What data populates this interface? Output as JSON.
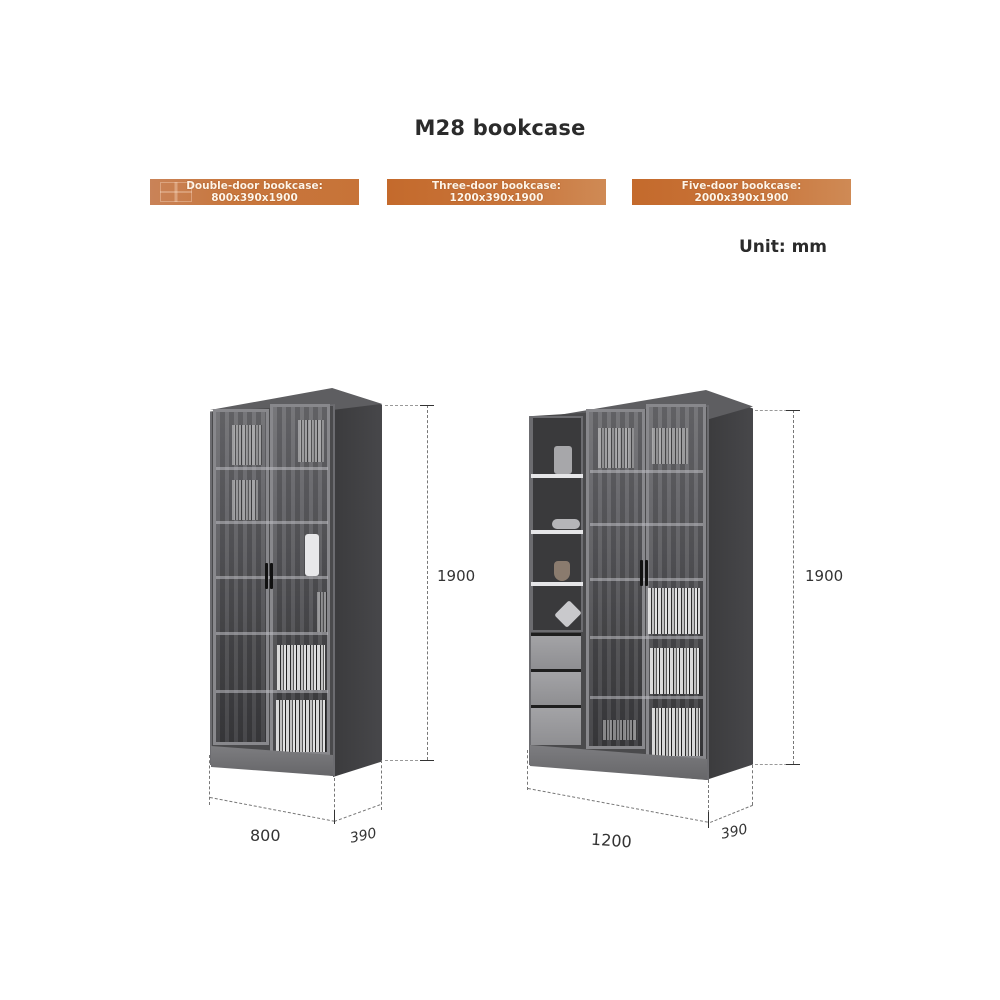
{
  "header": {
    "title": "M28 bookcase",
    "unit_label": "Unit: mm"
  },
  "variants": [
    {
      "name": "Double-door bookcase:",
      "size": "800x390x1900",
      "color": "#c8763c"
    },
    {
      "name": "Three-door bookcase:",
      "size": "1200x390x1900",
      "color": "#c8743a"
    },
    {
      "name": "Five-door bookcase:",
      "size": "2000x390x1900",
      "color": "#c8743a"
    }
  ],
  "drawings": [
    {
      "label": "double-door",
      "dimensions": {
        "width": "800",
        "depth": "390",
        "height": "1900"
      }
    },
    {
      "label": "three-door",
      "dimensions": {
        "width": "1200",
        "depth": "390",
        "height": "1900"
      }
    }
  ],
  "colors": {
    "banner": "#c8743a",
    "banner_text": "#fff5e8",
    "cabinet_body": "#4a4a4c",
    "title_text": "#2b2b2b"
  }
}
